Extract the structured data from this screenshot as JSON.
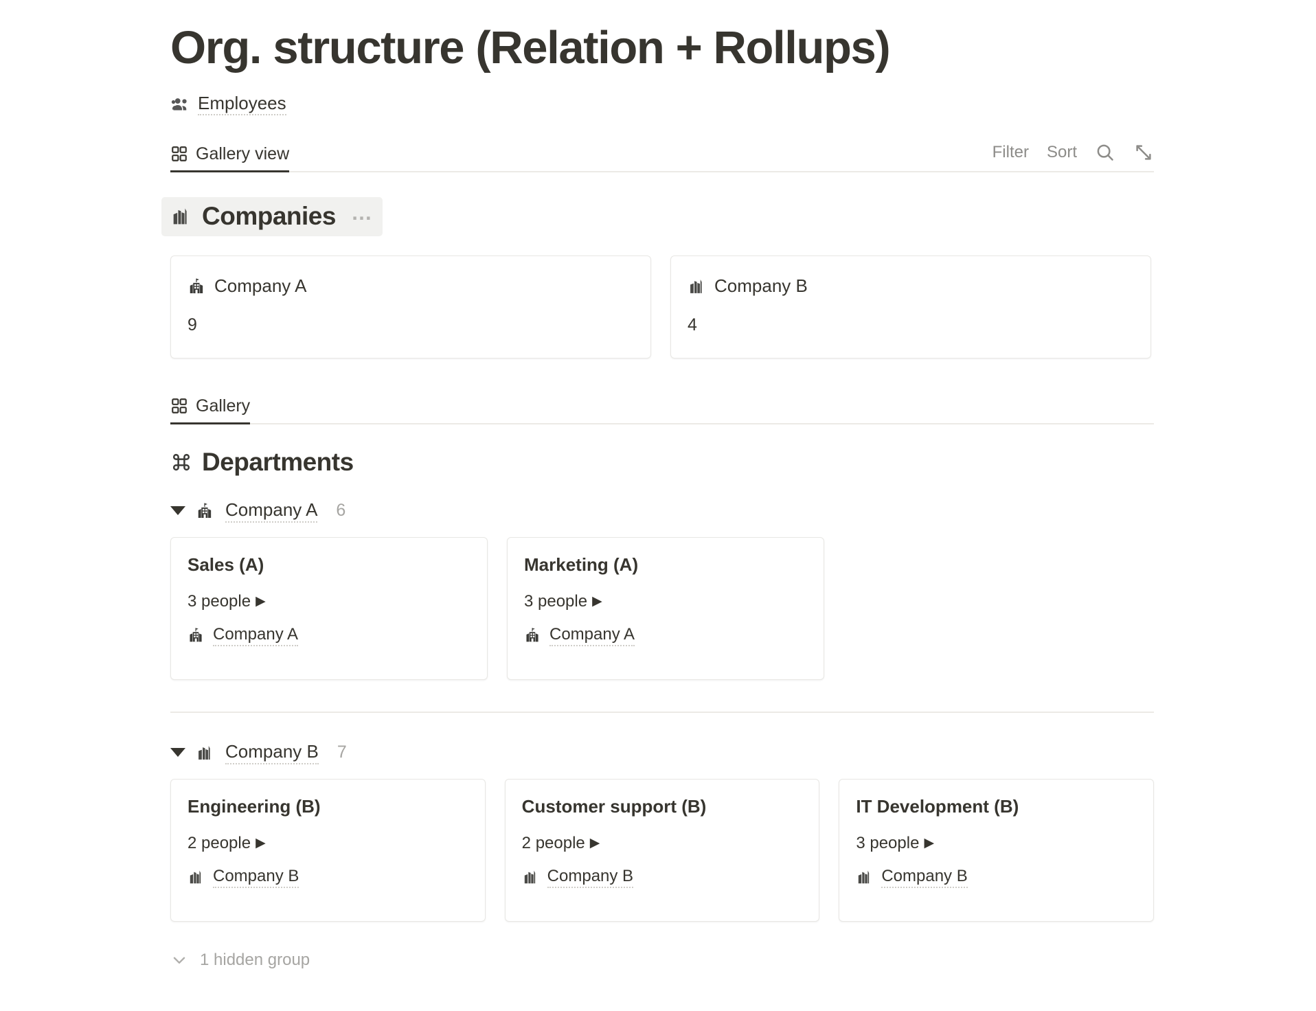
{
  "page": {
    "title": "Org. structure (Relation + Rollups)",
    "source_label": "Employees",
    "source_icon": "people-group-icon"
  },
  "companies_view": {
    "view_tab_label": "Gallery view",
    "view_tab_icon": "gallery-grid-icon",
    "toolbar": {
      "filter_label": "Filter",
      "sort_label": "Sort",
      "search_icon": "search-icon",
      "expand_icon": "expand-diagonal-icon"
    },
    "heading": {
      "label": "Companies",
      "icon": "city-buildings-icon",
      "more_label": "…"
    },
    "cards": [
      {
        "title": "Company A",
        "icon": "school-building-icon",
        "value": "9"
      },
      {
        "title": "Company B",
        "icon": "city-buildings-icon",
        "value": "4"
      }
    ]
  },
  "departments_view": {
    "view_tab_label": "Gallery",
    "view_tab_icon": "gallery-grid-icon",
    "heading": {
      "label": "Departments",
      "icon": "command-icon"
    },
    "groups": [
      {
        "name": "Company A",
        "icon": "school-building-icon",
        "count": "6",
        "cards": [
          {
            "title": "Sales (A)",
            "rollup": "3 people",
            "rollup_caret": "▶",
            "relation": "Company A",
            "relation_icon": "school-building-icon"
          },
          {
            "title": "Marketing (A)",
            "rollup": "3 people",
            "rollup_caret": "▶",
            "relation": "Company A",
            "relation_icon": "school-building-icon"
          }
        ]
      },
      {
        "name": "Company B",
        "icon": "city-buildings-icon",
        "count": "7",
        "cards": [
          {
            "title": "Engineering (B)",
            "rollup": "2 people",
            "rollup_caret": "▶",
            "relation": "Company B",
            "relation_icon": "city-buildings-icon"
          },
          {
            "title": "Customer support (B)",
            "rollup": "2 people",
            "rollup_caret": "▶",
            "relation": "Company B",
            "relation_icon": "city-buildings-icon"
          },
          {
            "title": "IT Development (B)",
            "rollup": "3 people",
            "rollup_caret": "▶",
            "relation": "Company B",
            "relation_icon": "city-buildings-icon"
          }
        ]
      }
    ],
    "hidden_group_label": "1 hidden group",
    "hidden_group_icon": "chevron-down-icon"
  },
  "colors": {
    "text": "#37352f",
    "muted": "#9b9a97",
    "border": "#e8e7e4",
    "highlight": "#f1f1ef",
    "active_tab_underline": "#37352f"
  }
}
